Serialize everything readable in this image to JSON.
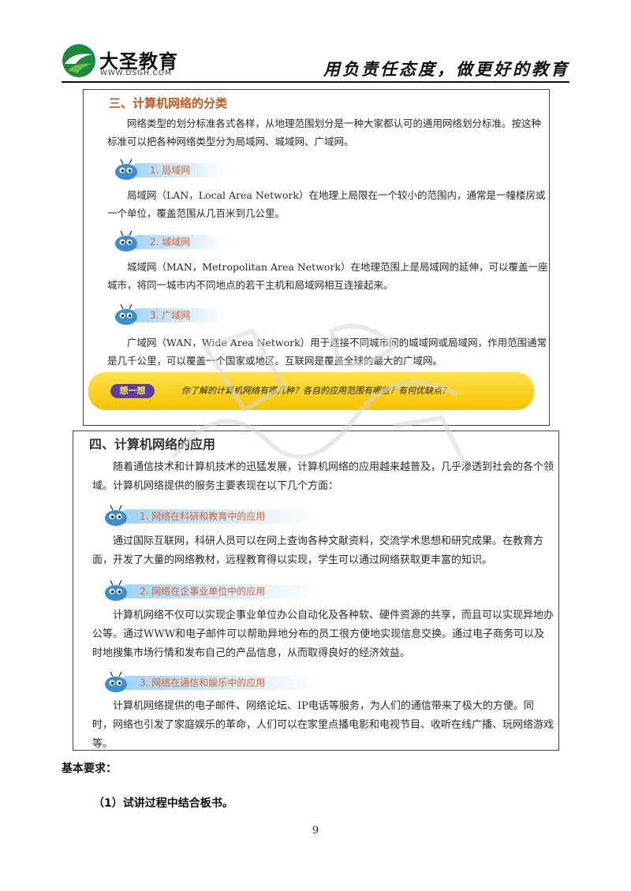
{
  "header": {
    "brand_name": "大圣教育",
    "brand_url": "WWW.DSGH.COM",
    "slogan": "用负责任态度，做更好的教育"
  },
  "section3": {
    "title": "三、计算机网络的分类",
    "intro": "网络类型的划分标准各式各样，从地理范围划分是一种大家都认可的通用网络划分标准。按这种标准可以把各种网络类型分为局域网、城域网、广域网。",
    "items": [
      {
        "label": "1. 局域网",
        "text": "局域网（LAN，Local Area Network）在地理上局限在一个较小的范围内，通常是一幢楼房或一个单位，覆盖范围从几百米到几公里。"
      },
      {
        "label": "2. 城域网",
        "text": "城域网（MAN，Metropolitan Area Network）在地理范围上是局域网的延伸，可以覆盖一座城市，将同一城市内不同地点的若干主机和局域网相互连接起来。"
      },
      {
        "label": "3. 广域网",
        "text": "广域网（WAN，Wide Area Network）用于连接不同城市间的城域网或局域网，作用范围通常是几千公里，可以覆盖一个国家或地区。互联网是覆盖全球的最大的广域网。"
      }
    ],
    "think": {
      "chip": "想一想",
      "question": "你了解的计算机网络有哪几种？各自的应用范围有哪些？有何优缺点？"
    }
  },
  "section4": {
    "title": "四、计算机网络的应用",
    "intro": "随着通信技术和计算机技术的迅猛发展，计算机网络的应用越来越普及，几乎渗透到社会的各个领域。计算机网络提供的服务主要表现在以下几个方面：",
    "items": [
      {
        "label": "1. 网络在科研和教育中的应用",
        "text": "通过国际互联网，科研人员可以在网上查询各种文献资料，交流学术思想和研究成果。在教育方面，开发了大量的网络教材，远程教育得以实现，学生可以通过网络获取更丰富的知识。"
      },
      {
        "label": "2. 网络在企事业单位中的应用",
        "text": "计算机网络不仅可以实现企事业单位办公自动化及各种软、硬件资源的共享，而且可以实现异地办公等。通过WWW和电子邮件可以帮助异地分布的员工很方便地实现信息交换。通过电子商务可以及时地搜集市场行情和发布自己的产品信息，从而取得良好的经济效益。"
      },
      {
        "label": "3. 网络在通信和娱乐中的应用",
        "text": "计算机网络提供的电子邮件、网络论坛、IP电话等服务，为人们的通信带来了极大的方便。同时，网络也引发了家庭娱乐的革命，人们可以在家里点播电影和电视节目、收听在线广播、玩网络游戏等。"
      }
    ]
  },
  "requirements": {
    "title": "基本要求：",
    "item1": "（1）试讲过程中结合板书。"
  },
  "page_number": "9",
  "colors": {
    "heading_orange": "#c4561d",
    "sublabel_orange": "#e2622a",
    "banner_yellow": "#f5c400",
    "logo_green": "#1c8a3c"
  }
}
